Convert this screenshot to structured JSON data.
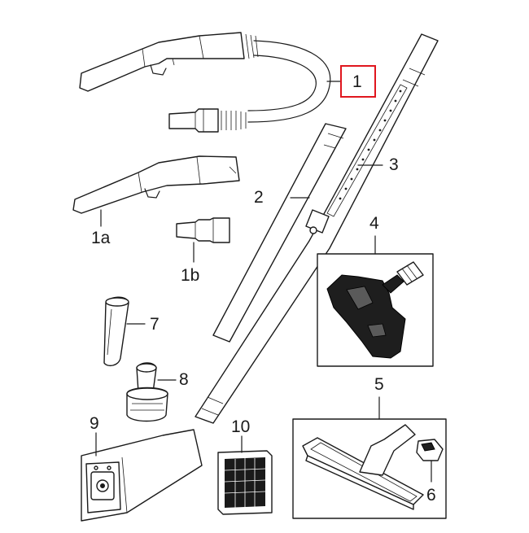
{
  "diagram": {
    "labels": {
      "part_1": "1",
      "part_1a": "1a",
      "part_1b": "1b",
      "part_2": "2",
      "part_3": "3",
      "part_4": "4",
      "part_5": "5",
      "part_6": "6",
      "part_7": "7",
      "part_8": "8",
      "part_9": "9",
      "part_10": "10"
    },
    "highlighted_part": "1",
    "highlight_color": "#e0161e"
  }
}
